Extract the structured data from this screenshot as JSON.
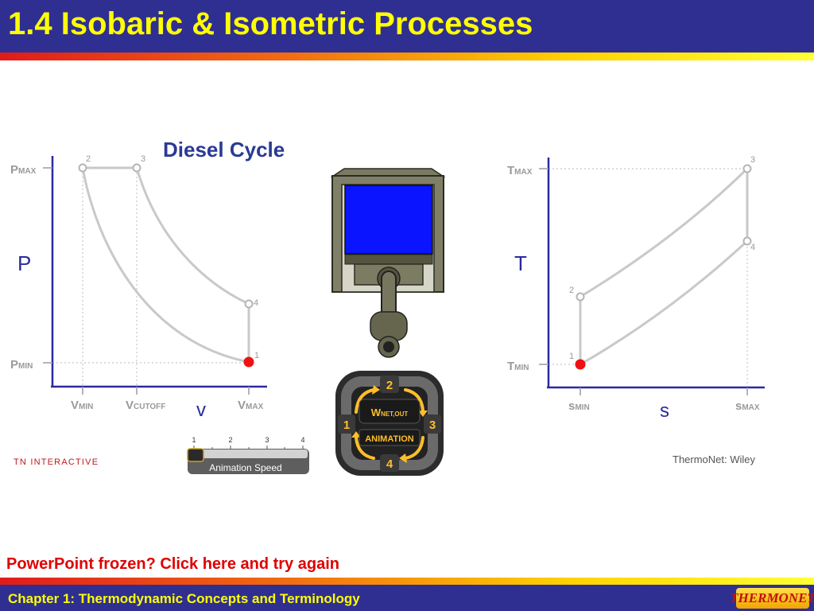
{
  "slide": {
    "title": "1.4 Isobaric & Isometric Processes",
    "frozen_link": "PowerPoint frozen? Click here and try again",
    "footer": "Chapter 1: Thermodynamic Concepts and Terminology",
    "logo_text": "THERMONET"
  },
  "simulation": {
    "title": "Diesel Cycle",
    "brand_left": "TN INTERACTIVE",
    "credit": "ThermoNet: Wiley",
    "pv": {
      "p_axis": "P",
      "v_axis": "v",
      "pmax_main": "P",
      "pmax_sub": "MAX",
      "pmin_main": "P",
      "pmin_sub": "MIN",
      "vmin_main": "V",
      "vmin_sub": "MIN",
      "vcutoff_main": "V",
      "vcutoff_sub": "CUTOFF",
      "vmax_main": "V",
      "vmax_sub": "MAX",
      "state_labels": [
        "1",
        "2",
        "3",
        "4"
      ]
    },
    "ts": {
      "t_axis": "T",
      "s_axis": "s",
      "tmax_main": "T",
      "tmax_sub": "MAX",
      "tmin_main": "T",
      "tmin_sub": "MIN",
      "smin_main": "s",
      "smin_sub": "MIN",
      "smax_main": "s",
      "smax_sub": "MAX",
      "state_labels": [
        "1",
        "2",
        "3",
        "4"
      ]
    },
    "control": {
      "work_main": "W",
      "work_sub": "NET,OUT",
      "animation_label": "ANIMATION",
      "process_numbers": [
        "1",
        "2",
        "3",
        "4"
      ]
    },
    "speed": {
      "label": "Animation Speed",
      "ticks": [
        "1",
        "2",
        "3",
        "4"
      ],
      "value": 1
    },
    "current_state": "1",
    "colors": {
      "title_bar": "#2f2f91",
      "title_text": "#ffff00",
      "link_text": "#e00000",
      "current_state_marker": "#ee1111",
      "piston_gas": "#0a14ff"
    }
  }
}
